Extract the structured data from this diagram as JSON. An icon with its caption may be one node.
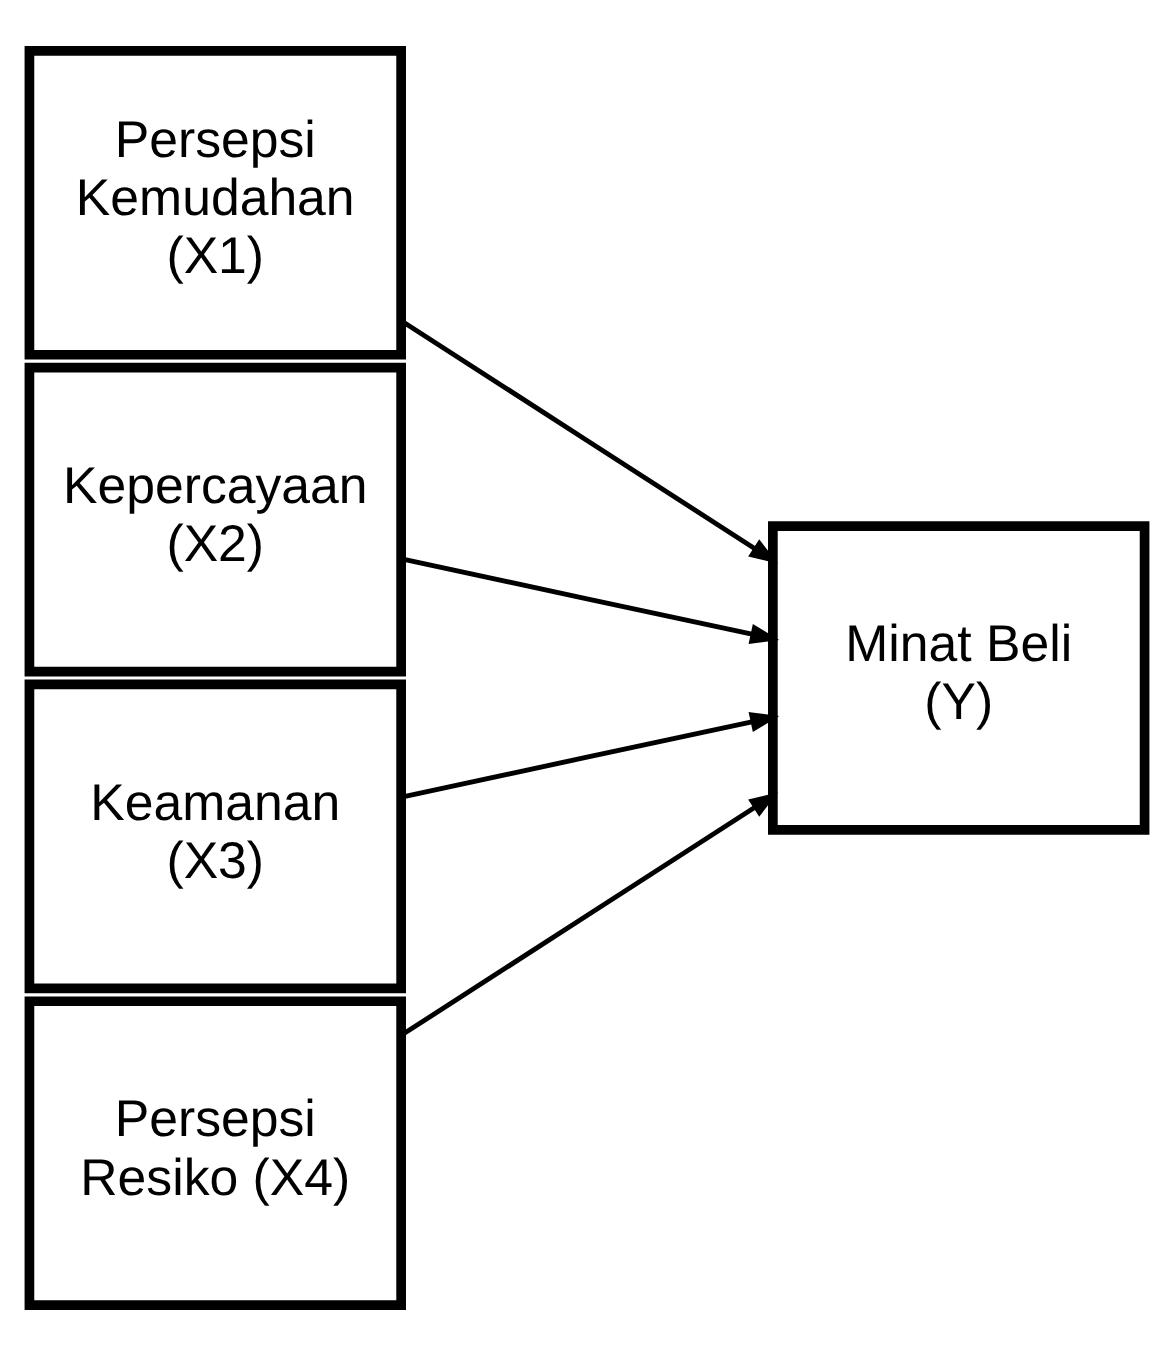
{
  "diagram": {
    "nodes": [
      {
        "text": [
          "Persepsi Kemudahan (X1)"
        ]
      },
      {
        "text": [
          "Kepercayaan (X2)"
        ]
      },
      {
        "text": [
          "Keamanan (X3)"
        ]
      },
      {
        "text": [
          "Persepsi Resiko (X4)"
        ]
      },
      {
        "text": [
          "Minat Beli (Y)"
        ]
      }
    ],
    "edges": [
      {
        "from": 0,
        "to": 4,
        "arrow": "to"
      },
      {
        "from": 1,
        "to": 4,
        "arrow": "to"
      },
      {
        "from": 2,
        "to": 4,
        "arrow": "to"
      },
      {
        "from": 3,
        "to": 4,
        "arrow": "to"
      }
    ]
  }
}
